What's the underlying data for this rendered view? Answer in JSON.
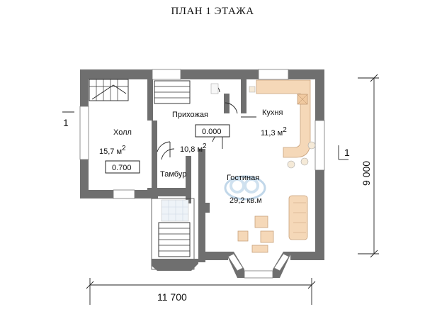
{
  "title": "ПЛАН 1 ЭТАЖА",
  "rooms": [
    {
      "name": "Холл",
      "area": "15,7 м",
      "area_sup": "2",
      "level": "0.700"
    },
    {
      "name": "Прихожая",
      "level": "0.000"
    },
    {
      "name": "Кухня",
      "area": "11,3 м",
      "area_sup": "2"
    },
    {
      "name": "Тамбур"
    },
    {
      "name": "Гостиная",
      "area": "29,2 кв.м"
    }
  ],
  "hall_area_2": "10,8 м",
  "hall_area_2_sup": "2",
  "dimensions": {
    "width": "11 700",
    "depth": "9 000"
  },
  "section_marks": [
    "1",
    "1"
  ],
  "colors": {
    "wall": "#6f6f6f",
    "furniture": "#f5d8b8",
    "logo": "#8fb8d8"
  }
}
